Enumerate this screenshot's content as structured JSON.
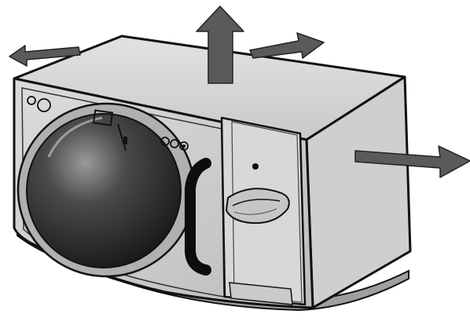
{
  "figure": {
    "subject": "microwave-oven",
    "background": "#ffffff",
    "colors": {
      "body": "#d4d4d4",
      "body_dark": "#b5b5b5",
      "outline": "#111111",
      "arrow": "#5a5a5a",
      "window": "#2a2a2a",
      "handle": "#0d0d0d"
    },
    "arrows": [
      {
        "direction": "left"
      },
      {
        "direction": "up"
      },
      {
        "direction": "back-right"
      },
      {
        "direction": "right"
      }
    ],
    "icons": [
      "door-handle",
      "control-knobs",
      "door-latch",
      "indicator-dot"
    ]
  }
}
